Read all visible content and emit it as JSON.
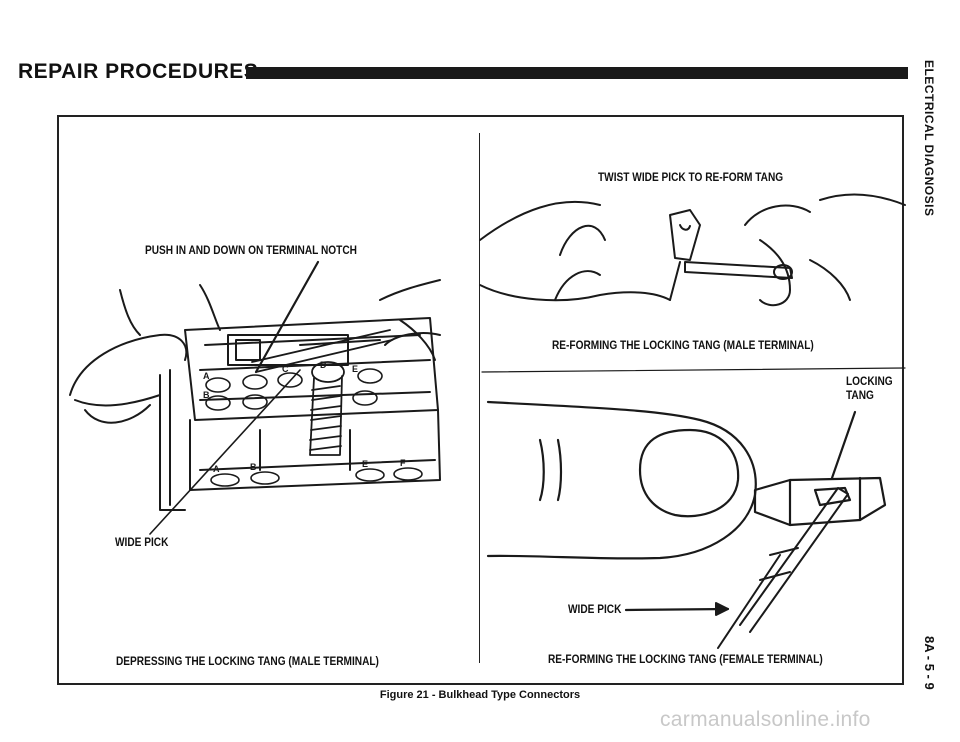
{
  "header": {
    "title": "REPAIR PROCEDURES"
  },
  "side_tab": {
    "section": "ELECTRICAL DIAGNOSIS",
    "page_number": "8A - 5 - 9"
  },
  "figure": {
    "left_panel": {
      "callout_top": "PUSH IN AND DOWN ON TERMINAL NOTCH",
      "callout_bottom": "WIDE PICK",
      "subcaption": "DEPRESSING THE LOCKING TANG (MALE TERMINAL)",
      "connector_letters": [
        "A",
        "B",
        "C",
        "D",
        "E",
        "A",
        "B",
        "E",
        "F"
      ]
    },
    "right_top_panel": {
      "callout": "TWIST WIDE PICK TO RE-FORM TANG",
      "subcaption": "RE-FORMING THE LOCKING TANG (MALE TERMINAL)"
    },
    "right_bottom_panel": {
      "callout_tang_line1": "LOCKING",
      "callout_tang_line2": "TANG",
      "callout_pick": "WIDE PICK",
      "subcaption": "RE-FORMING THE LOCKING TANG (FEMALE TERMINAL)"
    },
    "caption": "Figure 21 - Bulkhead Type Connectors"
  },
  "watermark": "carmanualsonline.info"
}
